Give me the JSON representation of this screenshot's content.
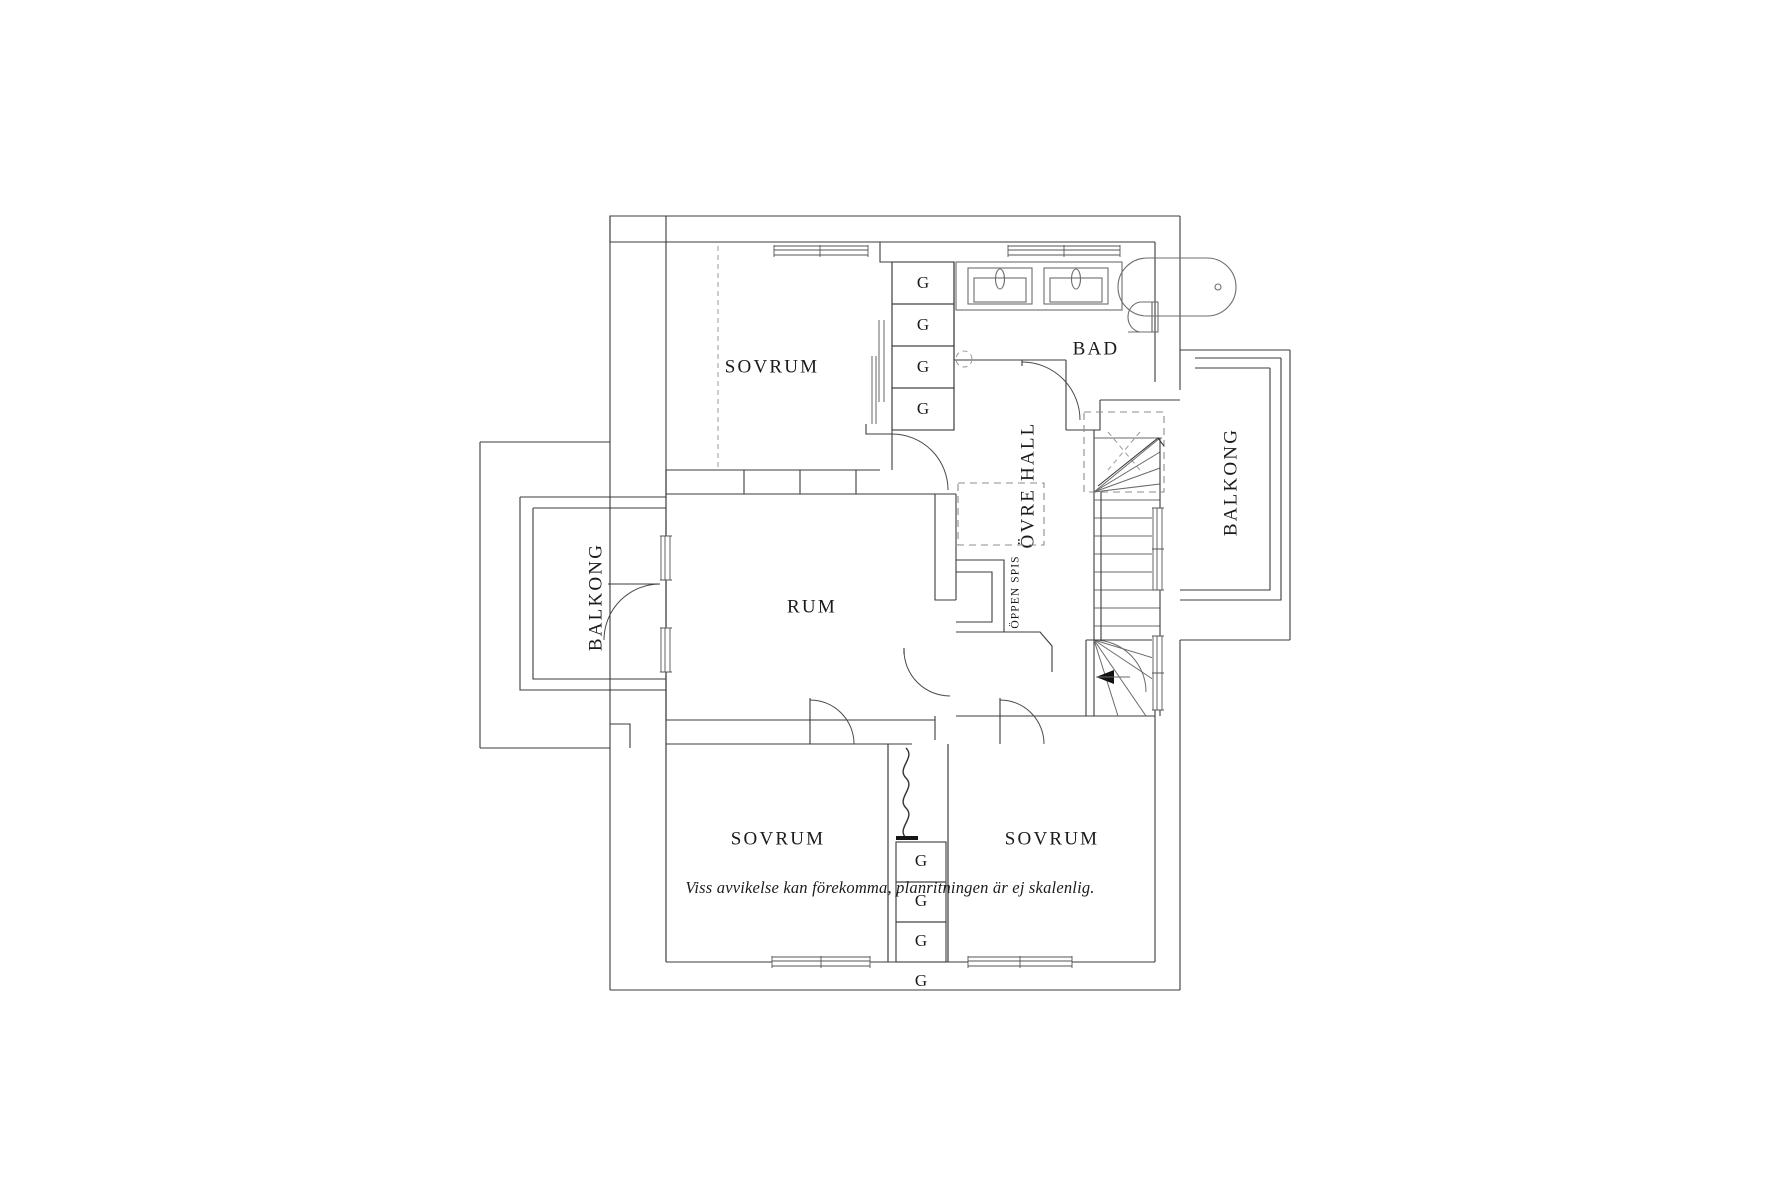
{
  "document": {
    "type": "floor-plan-drawing",
    "language": "sv",
    "caption": "Viss avvikelse kan förekomma, planritningen är ej skalenlig.",
    "background_color": "#ffffff",
    "line_color": "#333333"
  },
  "rooms": [
    {
      "id": "sovrum-top-left",
      "label": "SOVRUM",
      "kind": "bedroom"
    },
    {
      "id": "bad",
      "label": "BAD",
      "kind": "bathroom"
    },
    {
      "id": "ovre-hall",
      "label": "ÖVRE HALL",
      "kind": "hall",
      "orientation": "vertical"
    },
    {
      "id": "rum",
      "label": "RUM",
      "kind": "room"
    },
    {
      "id": "sovrum-bottom-left",
      "label": "SOVRUM",
      "kind": "bedroom"
    },
    {
      "id": "sovrum-bottom-right",
      "label": "SOVRUM",
      "kind": "bedroom"
    },
    {
      "id": "balkong-left",
      "label": "BALKONG",
      "kind": "balcony",
      "orientation": "vertical"
    },
    {
      "id": "balkong-right",
      "label": "BALKONG",
      "kind": "balcony",
      "orientation": "vertical"
    }
  ],
  "annotations": {
    "fireplace_label": "ÖPPEN SPIS",
    "closet_letter": "G"
  },
  "closets": {
    "top_group": [
      {
        "label": "G"
      },
      {
        "label": "G"
      },
      {
        "label": "G"
      },
      {
        "label": "G"
      }
    ],
    "bottom_group": [
      {
        "label": "G"
      },
      {
        "label": "G"
      },
      {
        "label": "G"
      },
      {
        "label": "G"
      }
    ]
  },
  "fixtures": [
    {
      "id": "sink-left",
      "name": "washbasin"
    },
    {
      "id": "sink-right",
      "name": "washbasin"
    },
    {
      "id": "bathtub",
      "name": "bathtub"
    },
    {
      "id": "toilet",
      "name": "toilet"
    },
    {
      "id": "chimney",
      "name": "flue"
    },
    {
      "id": "staircase",
      "name": "stairs",
      "direction_marker": "down-arrow"
    }
  ]
}
